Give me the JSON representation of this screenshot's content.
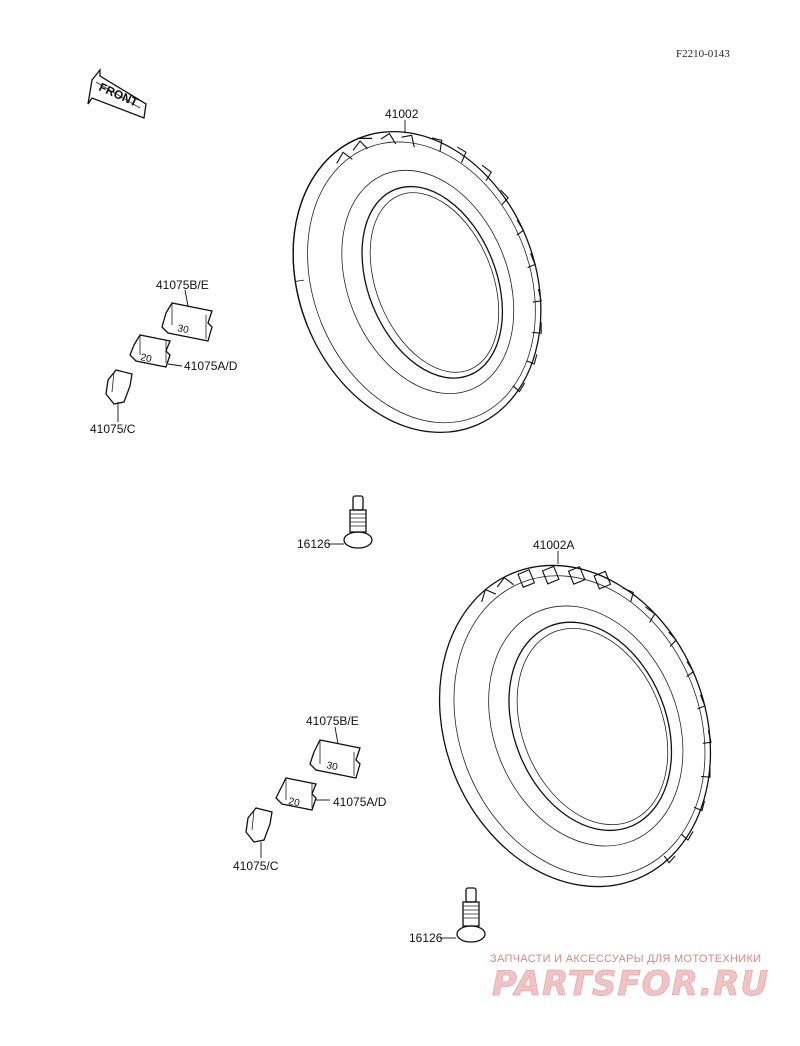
{
  "diagram_code": "F2210-0143",
  "front_arrow": {
    "text": "FRONT"
  },
  "labels": {
    "tire_front": "41002",
    "tire_rear": "41002A",
    "weight_be_top": "41075B/E",
    "weight_ad_top": "41075A/D",
    "weight_c_top": "41075/C",
    "weight_be_bottom": "41075B/E",
    "weight_ad_bottom": "41075A/D",
    "weight_c_bottom": "41075/C",
    "valve_top": "16126",
    "valve_bottom": "16126"
  },
  "weight_marks": {
    "w30": "30",
    "w20": "20"
  },
  "watermark": {
    "tagline": "ЗАПЧАСТИ И АКСЕССУАРЫ ДЛЯ МОТОТЕХНИКИ",
    "brand": "PARTSFOR.RU",
    "color": "#e8a8a8"
  }
}
